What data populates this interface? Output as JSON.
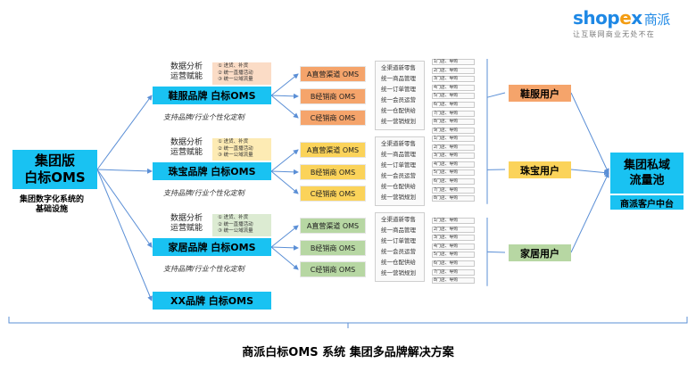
{
  "logo": {
    "brand_a": "shop",
    "brand_x": "e",
    "brand_b": "x",
    "brand_cn": "商派",
    "slogan": "让互联网商业无处不在"
  },
  "group": {
    "title_line1": "集团版",
    "title_line2": "白标OMS",
    "caption": "集团数字化系统的\n基础设施"
  },
  "brands": [
    {
      "name": "鞋服品牌 白标OMS",
      "data_label": "数据分析\n运营赋能",
      "ops": [
        "① 进货、补货",
        "② 统一直播活动",
        "③ 统一公域流量"
      ],
      "ops_color": "#fbdcc6",
      "custom": "支持品牌/行业个性化定制",
      "channels": [
        "A直营渠道 OMS",
        "B经销商 OMS",
        "C经销商 OMS"
      ],
      "channel_color": "#f5a46b",
      "functions": [
        "全渠道新零售",
        "统一商品管理",
        "统一订单管理",
        "统一会员运营",
        "统一仓配供给",
        "统一营销规划"
      ],
      "pills": [
        "1门店、导购",
        "2门店、导购",
        "3门店、导购",
        "4门店、导购",
        "5门店、导购",
        "6门店、导购",
        "7门店、导购",
        "8门店、导购",
        "9门店、导购"
      ],
      "user": "鞋服用户",
      "user_color": "#f5a46b"
    },
    {
      "name": "珠宝品牌 白标OMS",
      "data_label": "数据分析\n运营赋能",
      "ops": [
        "① 进货、补货",
        "② 统一直播活动",
        "③ 统一公域流量"
      ],
      "ops_color": "#fdebb4",
      "custom": "支持品牌/行业个性化定制",
      "channels": [
        "A直营渠道 OMS",
        "B经销商 OMS",
        "C经销商 OMS"
      ],
      "channel_color": "#fbd35a",
      "functions": [
        "全渠道新零售",
        "统一商品管理",
        "统一订单管理",
        "统一会员运营",
        "统一仓配供给",
        "统一营销规划"
      ],
      "pills": [
        "1门店、导购",
        "2门店、导购",
        "3门店、导购",
        "4门店、导购",
        "5门店、导购",
        "6门店、导购",
        "7门店、导购",
        "8门店、导购"
      ],
      "user": "珠宝用户",
      "user_color": "#fbd35a"
    },
    {
      "name": "家居品牌 白标OMS",
      "data_label": "数据分析\n运营赋能",
      "ops": [
        "① 进货、补货",
        "② 统一直播活动",
        "③ 统一公域流量"
      ],
      "ops_color": "#dcebd2",
      "custom": "支持品牌/行业个性化定制",
      "channels": [
        "A直营渠道 OMS",
        "B经销商 OMS",
        "C经销商 OMS"
      ],
      "channel_color": "#b7d7a3",
      "functions": [
        "全渠道新零售",
        "统一商品管理",
        "统一订单管理",
        "统一会员运营",
        "统一仓配供给",
        "统一营销规划"
      ],
      "pills": [
        "1门店、导购",
        "2门店、导购",
        "3门店、导购",
        "4门店、导购",
        "5门店、导购",
        "6门店、导购",
        "7门店、导购",
        "8门店、导购"
      ],
      "user": "家居用户",
      "user_color": "#b7d7a3"
    }
  ],
  "xx_brand": "XX品牌 白标OMS",
  "pool": {
    "line1": "集团私域",
    "line2": "流量池",
    "caption": "商派客户中台"
  },
  "footer": "商派白标OMS 系统 集团多品牌解决方案"
}
